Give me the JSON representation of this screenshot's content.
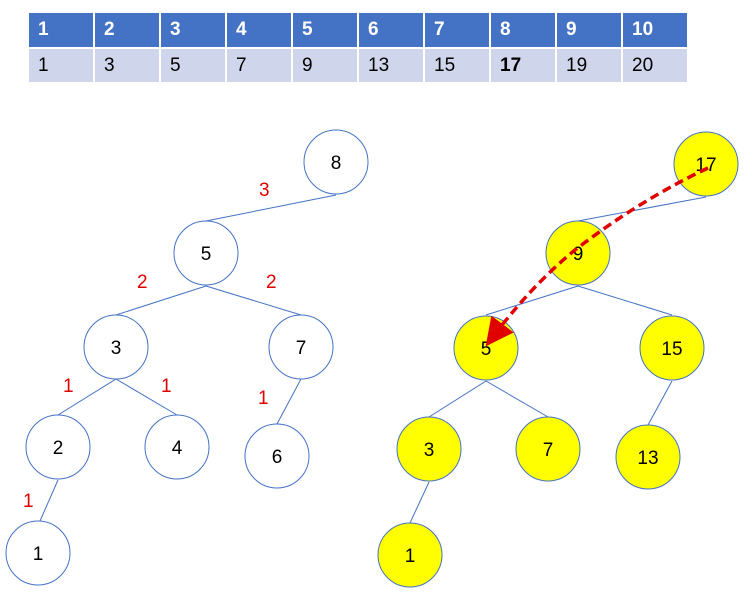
{
  "table": {
    "indices": [
      "1",
      "2",
      "3",
      "4",
      "5",
      "6",
      "7",
      "8",
      "9",
      "10"
    ],
    "values": [
      "1",
      "3",
      "5",
      "7",
      "9",
      "13",
      "15",
      "17",
      "19",
      "20"
    ],
    "bold_index": 7
  },
  "colors": {
    "header_bg": "#4472c4",
    "row_bg": "#cfd5ea",
    "edge": "#4472c4",
    "weight_label": "#e00000",
    "highlight_fill": "#ffff00",
    "arrow": "#e00000"
  },
  "left_tree": {
    "nodes": [
      "8",
      "5",
      "3",
      "7",
      "2",
      "4",
      "6",
      "1"
    ],
    "weights": [
      "3",
      "2",
      "2",
      "1",
      "1",
      "1",
      "1"
    ]
  },
  "right_tree": {
    "nodes": [
      "17",
      "9",
      "5",
      "15",
      "3",
      "7",
      "13",
      "1"
    ]
  }
}
